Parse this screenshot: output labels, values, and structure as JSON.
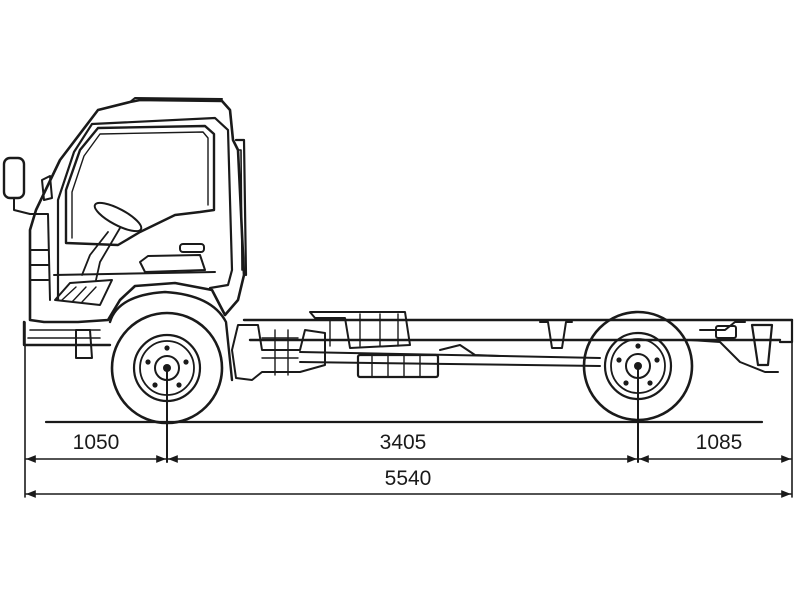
{
  "dimensions": {
    "front_overhang": "1050",
    "wheelbase": "3405",
    "rear_overhang": "1085",
    "overall_length": "5540"
  },
  "colors": {
    "line": "#1a1a1a",
    "background": "#ffffff"
  }
}
